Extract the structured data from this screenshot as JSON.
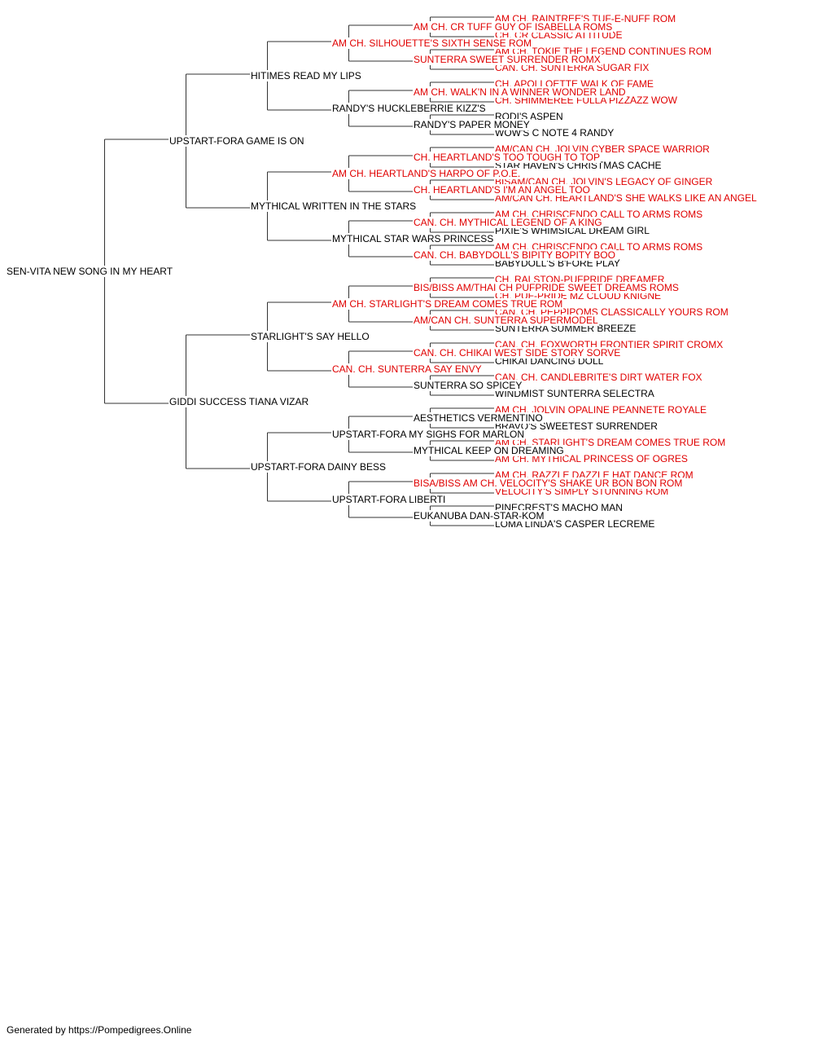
{
  "colors": {
    "line": "#333333",
    "titled": "#e00000",
    "plain": "#000000"
  },
  "pedigree": {
    "name": "SEN-VITA NEW SONG IN MY HEART",
    "titled": false,
    "sire": {
      "name": "UPSTART-FORA GAME IS ON",
      "titled": false,
      "sire": {
        "name": "HITIMES READ MY LIPS",
        "titled": false,
        "sire": {
          "name": "AM CH. SILHOUETTE'S SIXTH SENSE ROM",
          "titled": true,
          "sire": {
            "name": "AM CH. CR TUFF GUY OF ISABELLA ROMS",
            "titled": true,
            "sire": {
              "name": "AM CH. RAINTREE'S TUF-E-NUFF ROM",
              "titled": true
            },
            "dam": {
              "name": "CH. CR CLASSIC ATTITUDE",
              "titled": true
            }
          },
          "dam": {
            "name": "SUNTERRA SWEET SURRENDER ROMX",
            "titled": true,
            "sire": {
              "name": "AM CH. TOKIE THE LEGEND CONTINUES ROM",
              "titled": true
            },
            "dam": {
              "name": "CAN. CH. SUNTERRA SUGAR FIX",
              "titled": true
            }
          }
        },
        "dam": {
          "name": "RANDY'S HUCKLEBERRIE KIZZ'S",
          "titled": false,
          "sire": {
            "name": "AM CH. WALK'N IN A WINNER WONDER LAND",
            "titled": true,
            "sire": {
              "name": "CH. APOLLOETTE WALK OF FAME",
              "titled": true
            },
            "dam": {
              "name": "CH. SHIMMEREE FULLA PIZZAZZ WOW",
              "titled": true
            }
          },
          "dam": {
            "name": "RANDY'S PAPER MONEY",
            "titled": false,
            "sire": {
              "name": "RODI'S ASPEN",
              "titled": false
            },
            "dam": {
              "name": "WOW'S C NOTE 4 RANDY",
              "titled": false
            }
          }
        }
      },
      "dam": {
        "name": "MYTHICAL WRITTEN IN THE STARS",
        "titled": false,
        "sire": {
          "name": "AM CH. HEARTLAND'S HARPO OF P.O.E.",
          "titled": true,
          "sire": {
            "name": "CH. HEARTLAND'S TOO TOUGH TO TOP",
            "titled": true,
            "sire": {
              "name": "AM/CAN CH. JOLVIN CYBER SPACE WARRIOR",
              "titled": true
            },
            "dam": {
              "name": "STAR HAVEN'S CHRISTMAS CACHE",
              "titled": false
            }
          },
          "dam": {
            "name": "CH. HEARTLAND'S I'M AN ANGEL TOO",
            "titled": true,
            "sire": {
              "name": "BISAM/CAN CH. JOLVIN'S LEGACY OF GINGER",
              "titled": true
            },
            "dam": {
              "name": "AM/CAN CH. HEARTLAND'S SHE WALKS LIKE AN ANGEL",
              "titled": true
            }
          }
        },
        "dam": {
          "name": "MYTHICAL STAR WARS PRINCESS",
          "titled": false,
          "sire": {
            "name": "CAN. CH. MYTHICAL LEGEND OF A KING",
            "titled": true,
            "sire": {
              "name": "AM CH. CHRISCENDO CALL TO ARMS ROMS",
              "titled": true
            },
            "dam": {
              "name": "PIXIE'S WHIMSICAL DREAM GIRL",
              "titled": false
            }
          },
          "dam": {
            "name": "CAN. CH. BABYDOLL'S BIPITY BOPITY BOO",
            "titled": true,
            "sire": {
              "name": "AM CH. CHRISCENDO CALL TO ARMS ROMS",
              "titled": true
            },
            "dam": {
              "name": "BABYDOLL'S B'FORE PLAY",
              "titled": false
            }
          }
        }
      }
    },
    "dam": {
      "name": "GIDDI SUCCESS TIANA VIZAR",
      "titled": false,
      "sire": {
        "name": "STARLIGHT'S SAY HELLO",
        "titled": false,
        "sire": {
          "name": "AM CH. STARLIGHT'S DREAM COMES TRUE ROM",
          "titled": true,
          "sire": {
            "name": "BIS/BISS AM/THAI CH PUFPRIDE SWEET DREAMS ROMS",
            "titled": true,
            "sire": {
              "name": "CH. RALSTON-PUFPRIDE DREAMER",
              "titled": true
            },
            "dam": {
              "name": "CH. PUF-PRIDE MZ CLOUD KNIGNE",
              "titled": true
            }
          },
          "dam": {
            "name": "AM/CAN CH. SUNTERRA SUPERMODEL",
            "titled": true,
            "sire": {
              "name": "CAN. CH. PEPPIPOMS CLASSICALLY YOURS ROM",
              "titled": true
            },
            "dam": {
              "name": "SUNTERRA SUMMER BREEZE",
              "titled": false
            }
          }
        },
        "dam": {
          "name": "CAN. CH. SUNTERRA SAY ENVY",
          "titled": true,
          "sire": {
            "name": "CAN. CH. CHIKAI WEST SIDE STORY SORVE",
            "titled": true,
            "sire": {
              "name": "CAN. CH. FOXWORTH FRONTIER SPIRIT CROMX",
              "titled": true
            },
            "dam": {
              "name": "CHIKAI DANCING DOLL",
              "titled": false
            }
          },
          "dam": {
            "name": "SUNTERRA SO SPICEY",
            "titled": false,
            "sire": {
              "name": "CAN. CH. CANDLEBRITE'S DIRT WATER FOX",
              "titled": true
            },
            "dam": {
              "name": "WINDMIST SUNTERRA SELECTRA",
              "titled": false
            }
          }
        }
      },
      "dam": {
        "name": "UPSTART-FORA DAINY BESS",
        "titled": false,
        "sire": {
          "name": "UPSTART-FORA MY SIGHS FOR MARLON",
          "titled": false,
          "sire": {
            "name": "AESTHETICS VERMENTINO",
            "titled": false,
            "sire": {
              "name": "AM CH. JOLVIN OPALINE PEANNETE ROYALE",
              "titled": true
            },
            "dam": {
              "name": "BRAVO'S SWEETEST SURRENDER",
              "titled": false
            }
          },
          "dam": {
            "name": "MYTHICAL KEEP ON DREAMING",
            "titled": false,
            "sire": {
              "name": "AM CH. STARLIGHT'S DREAM COMES TRUE ROM",
              "titled": true
            },
            "dam": {
              "name": "AM CH. MYTHICAL PRINCESS OF OGRES",
              "titled": true
            }
          }
        },
        "dam": {
          "name": "UPSTART-FORA LIBERTI",
          "titled": false,
          "sire": {
            "name": "BISA/BISS AM CH. VELOCITY'S SHAKE UR BON BON ROM",
            "titled": true,
            "sire": {
              "name": "AM CH. RAZZLE DAZZLE HAT DANCE ROM",
              "titled": true
            },
            "dam": {
              "name": "VELOCITY'S SIMPLY STUNNING ROM",
              "titled": true
            }
          },
          "dam": {
            "name": "EUKANUBA DAN-STAR-KOM",
            "titled": false,
            "sire": {
              "name": "PINECREST'S MACHO MAN",
              "titled": false
            },
            "dam": {
              "name": "LOMA LINDA'S CASPER LECREME",
              "titled": false
            }
          }
        }
      }
    }
  },
  "footer": "Generated by https://Pompedigrees.Online"
}
